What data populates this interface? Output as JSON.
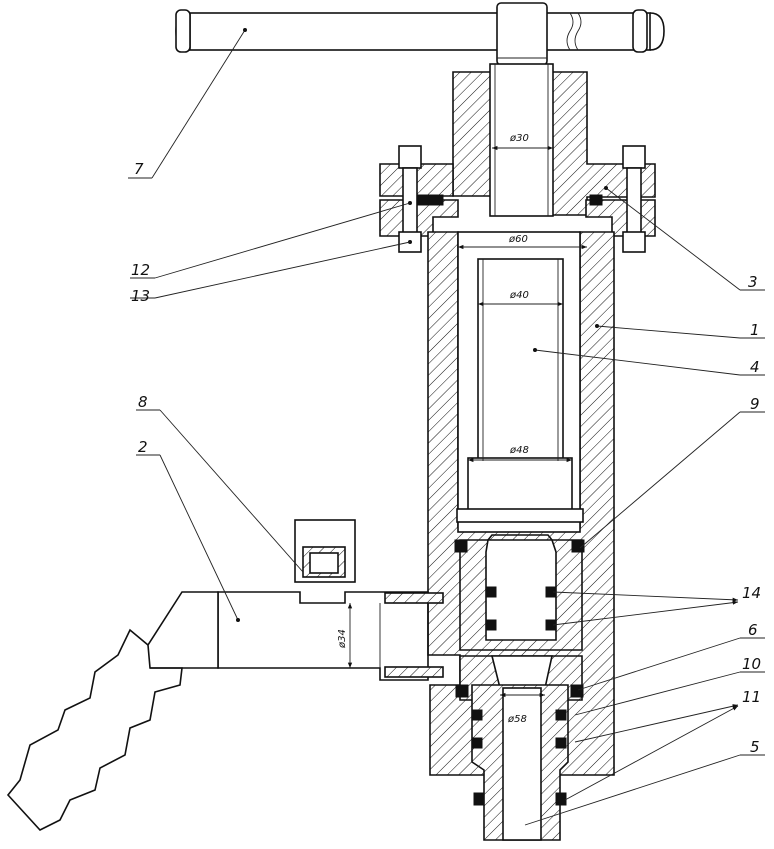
{
  "callouts": [
    {
      "id": "c7",
      "label": "7"
    },
    {
      "id": "c12",
      "label": "12"
    },
    {
      "id": "c13",
      "label": "13"
    },
    {
      "id": "c8",
      "label": "8"
    },
    {
      "id": "c2",
      "label": "2"
    },
    {
      "id": "c3",
      "label": "3"
    },
    {
      "id": "c1",
      "label": "1"
    },
    {
      "id": "c4",
      "label": "4"
    },
    {
      "id": "c9",
      "label": "9"
    },
    {
      "id": "c14",
      "label": "14"
    },
    {
      "id": "c6",
      "label": "6"
    },
    {
      "id": "c10",
      "label": "10"
    },
    {
      "id": "c11",
      "label": "11"
    },
    {
      "id": "c5",
      "label": "5"
    }
  ],
  "dimensions": {
    "d30": "ø30",
    "d60": "ø60",
    "d40": "ø40",
    "d48": "ø48",
    "d34": "ø34",
    "d58": "ø58"
  }
}
